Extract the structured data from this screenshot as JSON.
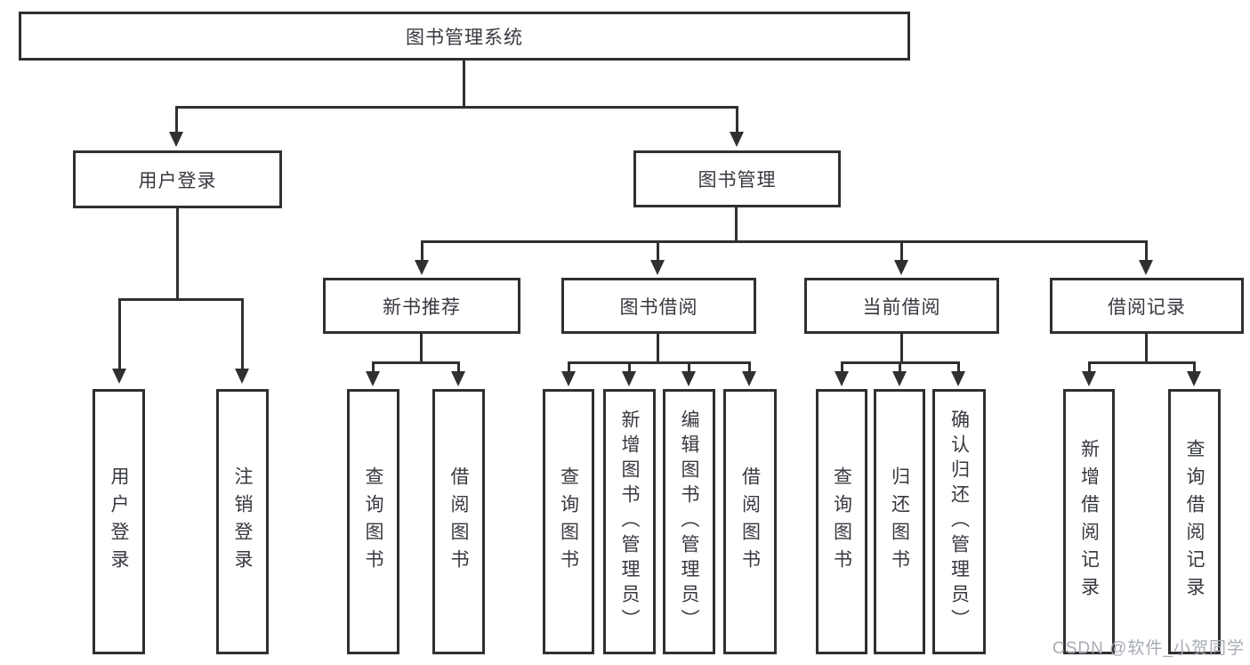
{
  "colors": {
    "line": "#303030",
    "text": "#36393f",
    "background": "#ffffff",
    "watermark": "#a6abb3"
  },
  "nodes": {
    "root": "图书管理系统",
    "user_login": "用户登录",
    "book_mgmt": "图书管理",
    "new_book": "新书推荐",
    "book_borrow": "图书借阅",
    "current_borrow": "当前借阅",
    "borrow_record": "借阅记录",
    "leaves": {
      "user_1": "用户登录",
      "user_2": "注销登录",
      "newbook_1": "查询图书",
      "newbook_2": "借阅图书",
      "borrow_1": "查询图书",
      "borrow_2": "新增图书（管理员）",
      "borrow_3": "编辑图书（管理员）",
      "borrow_4": "借阅图书",
      "current_1": "查询图书",
      "current_2": "归还图书",
      "current_3": "确认归还（管理员）",
      "record_1": "新增借阅记录",
      "record_2": "查询借阅记录"
    }
  },
  "watermark": "CSDN @软件_小贺同学"
}
